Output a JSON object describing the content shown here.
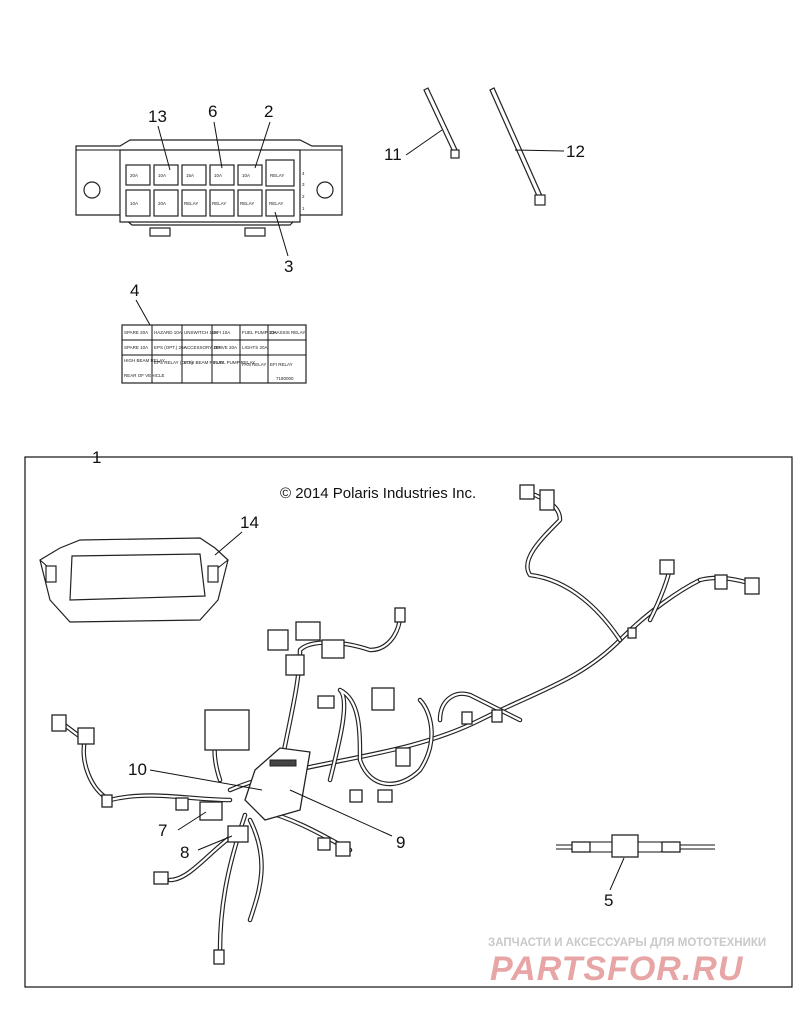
{
  "copyright": "© 2014 Polaris Industries Inc.",
  "callouts": {
    "c1": "1",
    "c2": "2",
    "c3": "3",
    "c4": "4",
    "c5": "5",
    "c6": "6",
    "c7": "7",
    "c8": "8",
    "c9": "9",
    "c10": "10",
    "c11": "11",
    "c12": "12",
    "c13": "13",
    "c14": "14"
  },
  "fuse_box": {
    "top_row": [
      "20A",
      "10A",
      "15A",
      "10A",
      "10A",
      "RELAY"
    ],
    "bottom_row": [
      "10A",
      "20A",
      "RELAY",
      "RELAY",
      "RELAY",
      "RELAY"
    ],
    "side_numbers": [
      "4",
      "3",
      "2",
      "1"
    ]
  },
  "decal": {
    "row1": [
      "SPARE 20A",
      "HAZARD 10A",
      "UNSWITCH 15A",
      "EFI 10A",
      "FUEL PUMP 10A",
      "CHASSIS RELAY"
    ],
    "row2": [
      "SPARE 10A",
      "EPS (OPT.) 20A",
      "ACCESSORY 20A",
      "DRIVE 20A",
      "LIGHTS 20A"
    ],
    "row3": [
      "HIGH BEAM RELAY",
      "EPS RELAY (OPT.)",
      "LOW BEAM RELAY",
      "FUEL PUMP RELAY",
      "FAN RELAY",
      "EFI RELAY"
    ],
    "arrow_label": "REAR OF VEHICLE",
    "part_code": "7180000"
  },
  "watermark": {
    "tagline": "ЗАПЧАСТИ И АКСЕССУАРЫ ДЛЯ МОТОТЕХНИКИ",
    "logo": "PARTSFOR.RU"
  },
  "colors": {
    "line": "#111111",
    "watermark_tagline": "#c9c9c9",
    "watermark_logo": "#e7a5a5"
  }
}
